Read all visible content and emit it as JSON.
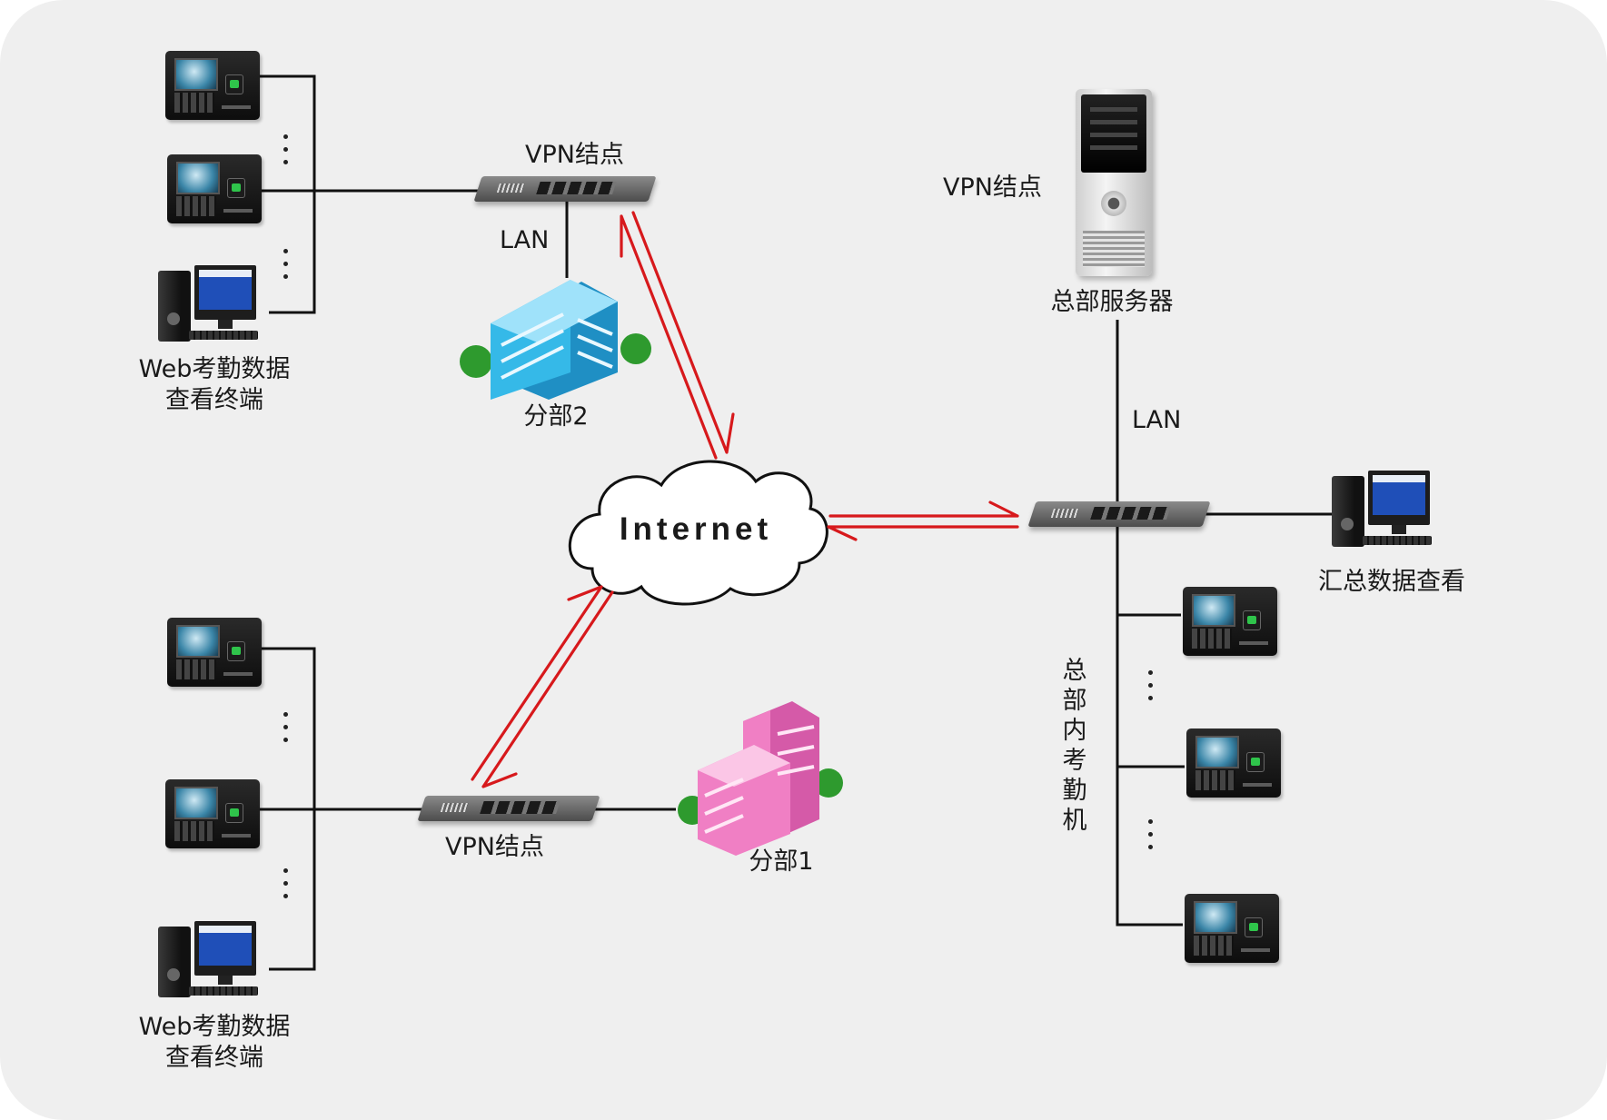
{
  "diagram": {
    "labels": {
      "vpn_node_branch2": "VPN结点",
      "lan_branch2": "LAN",
      "branch2": "分部2",
      "web_terminal_top_line1": "Web考勤数据",
      "web_terminal_top_line2": "查看终端",
      "vpn_node_hq": "VPN结点",
      "hq_server": "总部服务器",
      "lan_hq": "LAN",
      "internet": "Internet",
      "summary_view": "汇总数据查看",
      "hq_attendance": "总部内考勤机",
      "vpn_node_branch1": "VPN结点",
      "branch1": "分部1",
      "web_terminal_bottom_line1": "Web考勤数据",
      "web_terminal_bottom_line2": "查看终端"
    },
    "colors": {
      "panel_bg": "#efefef",
      "tunnel_arrow": "#d7191c",
      "wire": "#111111",
      "branch2_building": "#35b9e8",
      "branch1_building": "#f07fc4",
      "tree": "#2e9a2e"
    },
    "icons": {
      "attendance": "attendance-machine-icon",
      "pc": "desktop-pc-icon",
      "switch": "network-switch-icon",
      "server": "tower-server-icon",
      "building": "office-building-icon",
      "cloud": "cloud-icon"
    }
  }
}
